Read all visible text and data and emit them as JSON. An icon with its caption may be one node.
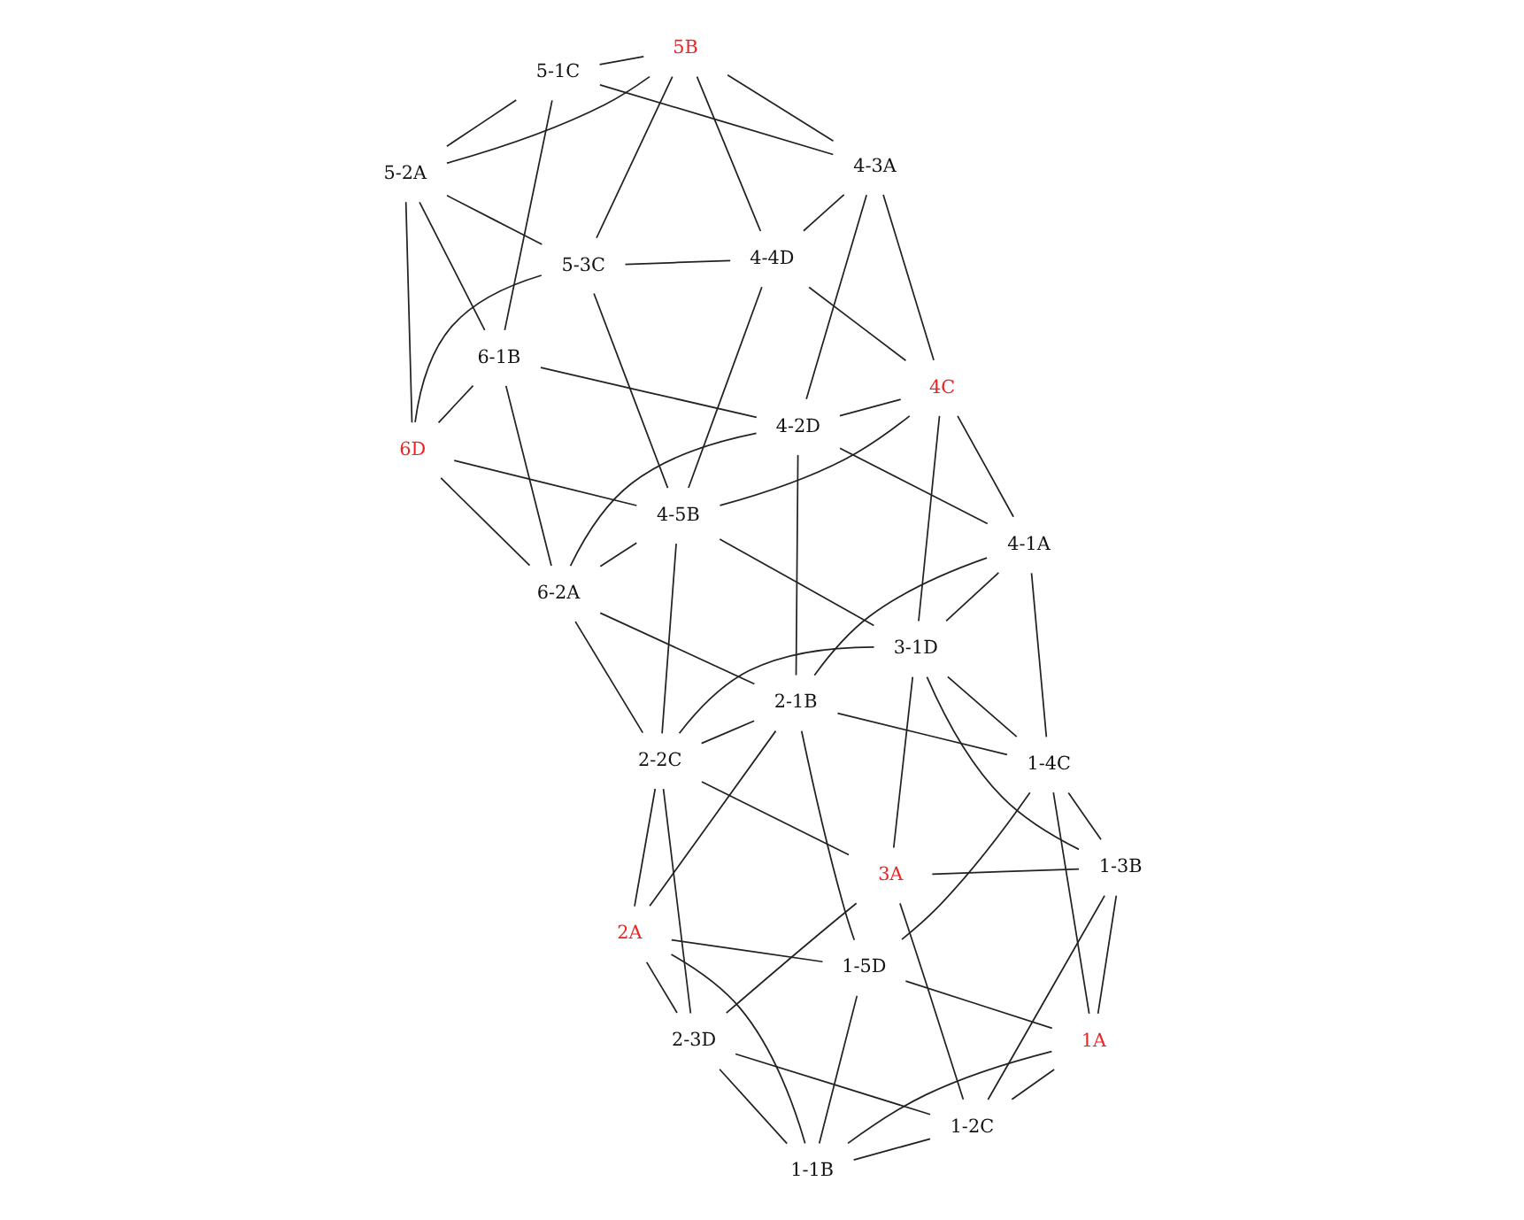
{
  "diagram": {
    "nodes": [
      {
        "text": [
          "2-2C"
        ]
      },
      {
        "text": [
          "2-3D"
        ]
      },
      {
        "text": [
          "2A"
        ]
      },
      {
        "text": [
          "1-1B"
        ]
      },
      {
        "text": [
          "1-2C"
        ]
      },
      {
        "text": [
          "3A"
        ]
      },
      {
        "text": [
          "1-5D"
        ]
      },
      {
        "text": [
          "1A"
        ]
      },
      {
        "text": [
          "1-3B"
        ]
      },
      {
        "text": [
          "1-4C"
        ]
      },
      {
        "text": [
          "2-1B"
        ]
      },
      {
        "text": [
          "3-1D"
        ]
      },
      {
        "text": [
          "4-1A"
        ]
      },
      {
        "text": [
          "4-2D"
        ]
      },
      {
        "text": [
          "4C"
        ]
      },
      {
        "text": [
          "5-1C"
        ]
      },
      {
        "text": [
          "4-3A"
        ]
      },
      {
        "text": [
          "6-1B"
        ]
      },
      {
        "text": [
          "5B"
        ]
      },
      {
        "text": [
          "5-2A"
        ]
      },
      {
        "text": [
          "4-4D"
        ]
      },
      {
        "text": [
          "6D"
        ]
      },
      {
        "text": [
          "5-3C"
        ]
      },
      {
        "text": [
          "6-2A"
        ]
      },
      {
        "text": [
          "4-5B"
        ]
      }
    ],
    "edges": [
      {
        "from": 0,
        "to": 1,
        "arrow": "none"
      },
      {
        "from": 0,
        "to": 2,
        "arrow": "none"
      },
      {
        "from": 0,
        "to": 5,
        "arrow": "none"
      },
      {
        "from": 0,
        "to": 10,
        "arrow": "none"
      },
      {
        "from": 0,
        "to": 11,
        "arrow": "none"
      },
      {
        "from": 0,
        "to": 23,
        "arrow": "none"
      },
      {
        "from": 0,
        "to": 24,
        "arrow": "none"
      },
      {
        "from": 1,
        "to": 2,
        "arrow": "none"
      },
      {
        "from": 1,
        "to": 3,
        "arrow": "none"
      },
      {
        "from": 1,
        "to": 4,
        "arrow": "none"
      },
      {
        "from": 1,
        "to": 5,
        "arrow": "none"
      },
      {
        "from": 2,
        "to": 3,
        "arrow": "none"
      },
      {
        "from": 3,
        "to": 4,
        "arrow": "none"
      },
      {
        "from": 4,
        "to": 5,
        "arrow": "none"
      },
      {
        "from": 2,
        "to": 6,
        "arrow": "none"
      },
      {
        "from": 3,
        "to": 6,
        "arrow": "none"
      },
      {
        "from": 3,
        "to": 7,
        "arrow": "none"
      },
      {
        "from": 4,
        "to": 7,
        "arrow": "none"
      },
      {
        "from": 4,
        "to": 8,
        "arrow": "none"
      },
      {
        "from": 5,
        "to": 8,
        "arrow": "none"
      },
      {
        "from": 6,
        "to": 7,
        "arrow": "none"
      },
      {
        "from": 7,
        "to": 8,
        "arrow": "none"
      },
      {
        "from": 7,
        "to": 9,
        "arrow": "none"
      },
      {
        "from": 6,
        "to": 9,
        "arrow": "none"
      },
      {
        "from": 8,
        "to": 9,
        "arrow": "none"
      },
      {
        "from": 6,
        "to": 10,
        "arrow": "none"
      },
      {
        "from": 8,
        "to": 11,
        "arrow": "none"
      },
      {
        "from": 2,
        "to": 10,
        "arrow": "none"
      },
      {
        "from": 5,
        "to": 11,
        "arrow": "none"
      },
      {
        "from": 10,
        "to": 9,
        "arrow": "none"
      },
      {
        "from": 9,
        "to": 11,
        "arrow": "none"
      },
      {
        "from": 10,
        "to": 12,
        "arrow": "none"
      },
      {
        "from": 12,
        "to": 11,
        "arrow": "none"
      },
      {
        "from": 9,
        "to": 12,
        "arrow": "none"
      },
      {
        "from": 10,
        "to": 13,
        "arrow": "none"
      },
      {
        "from": 11,
        "to": 14,
        "arrow": "none"
      },
      {
        "from": 13,
        "to": 12,
        "arrow": "none"
      },
      {
        "from": 12,
        "to": 14,
        "arrow": "none"
      },
      {
        "from": 13,
        "to": 14,
        "arrow": "none"
      },
      {
        "from": 13,
        "to": 16,
        "arrow": "none"
      },
      {
        "from": 13,
        "to": 17,
        "arrow": "none"
      },
      {
        "from": 14,
        "to": 16,
        "arrow": "none"
      },
      {
        "from": 14,
        "to": 20,
        "arrow": "none"
      },
      {
        "from": 15,
        "to": 16,
        "arrow": "none"
      },
      {
        "from": 17,
        "to": 15,
        "arrow": "none"
      },
      {
        "from": 15,
        "to": 19,
        "arrow": "none"
      },
      {
        "from": 15,
        "to": 18,
        "arrow": "none"
      },
      {
        "from": 16,
        "to": 18,
        "arrow": "none"
      },
      {
        "from": 16,
        "to": 20,
        "arrow": "none"
      },
      {
        "from": 17,
        "to": 19,
        "arrow": "none"
      },
      {
        "from": 19,
        "to": 18,
        "arrow": "none"
      },
      {
        "from": 18,
        "to": 20,
        "arrow": "none"
      },
      {
        "from": 17,
        "to": 21,
        "arrow": "none"
      },
      {
        "from": 19,
        "to": 21,
        "arrow": "none"
      },
      {
        "from": 19,
        "to": 22,
        "arrow": "none"
      },
      {
        "from": 18,
        "to": 22,
        "arrow": "none"
      },
      {
        "from": 21,
        "to": 22,
        "arrow": "none"
      },
      {
        "from": 22,
        "to": 20,
        "arrow": "none"
      },
      {
        "from": 23,
        "to": 10,
        "arrow": "none"
      },
      {
        "from": 23,
        "to": 13,
        "arrow": "none"
      },
      {
        "from": 23,
        "to": 17,
        "arrow": "none"
      },
      {
        "from": 23,
        "to": 21,
        "arrow": "none"
      },
      {
        "from": 21,
        "to": 24,
        "arrow": "none"
      },
      {
        "from": 22,
        "to": 24,
        "arrow": "none"
      },
      {
        "from": 20,
        "to": 24,
        "arrow": "none"
      },
      {
        "from": 14,
        "to": 24,
        "arrow": "none"
      },
      {
        "from": 11,
        "to": 24,
        "arrow": "none"
      },
      {
        "from": 23,
        "to": 24,
        "arrow": "none"
      }
    ]
  }
}
